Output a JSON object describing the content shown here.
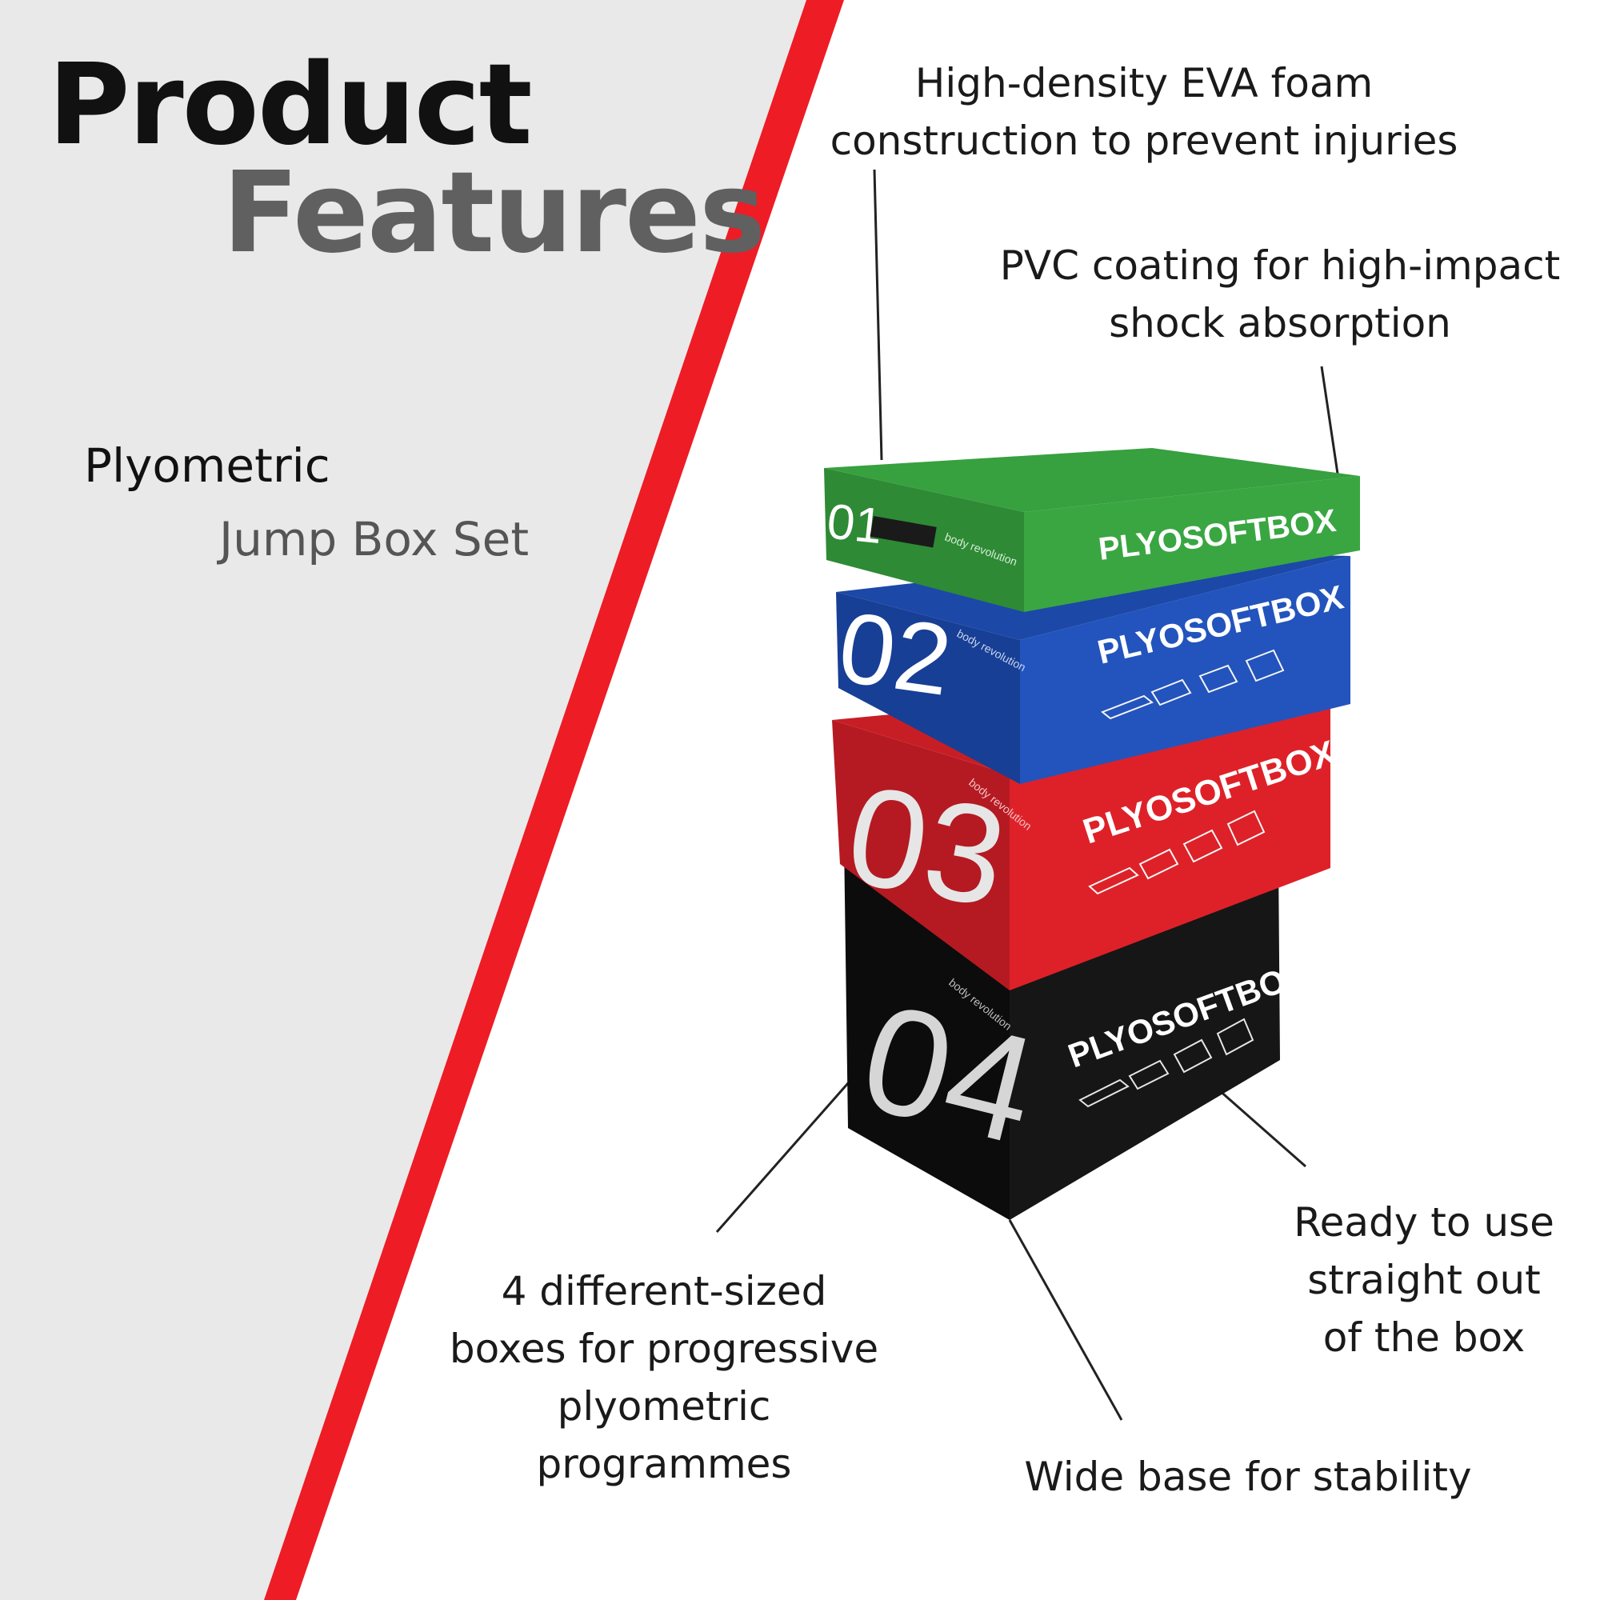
{
  "header": {
    "title_line1": "Product",
    "title_line2": "Features"
  },
  "product": {
    "line1": "Plyometric",
    "line2": "Jump Box Set"
  },
  "features": [
    {
      "text": "High-density EVA foam\nconstruction to prevent injuries"
    },
    {
      "text": "PVC coating for high-impact\nshock absorption"
    },
    {
      "text": "Ready to use\nstraight out\nof the box"
    },
    {
      "text": "4 different-sized\nboxes for progressive\nplyometric\nprogrammes"
    },
    {
      "text": "Wide base for stability"
    }
  ],
  "boxes": [
    {
      "number": "01",
      "brand": "PLYOSOFTBOX",
      "logo": "body revolution",
      "color": "#36a13c"
    },
    {
      "number": "02",
      "brand": "PLYOSOFTBOX",
      "logo": "body revolution",
      "color": "#1e4fb0"
    },
    {
      "number": "03",
      "brand": "PLYOSOFTBOX",
      "logo": "body revolution",
      "color": "#d9202a"
    },
    {
      "number": "04",
      "brand": "PLYOSOFTBOX",
      "logo": "body revolution",
      "color": "#141414"
    }
  ],
  "colors": {
    "left_panel": "#e9e9ea",
    "accent_stripe": "#ee1c25"
  }
}
